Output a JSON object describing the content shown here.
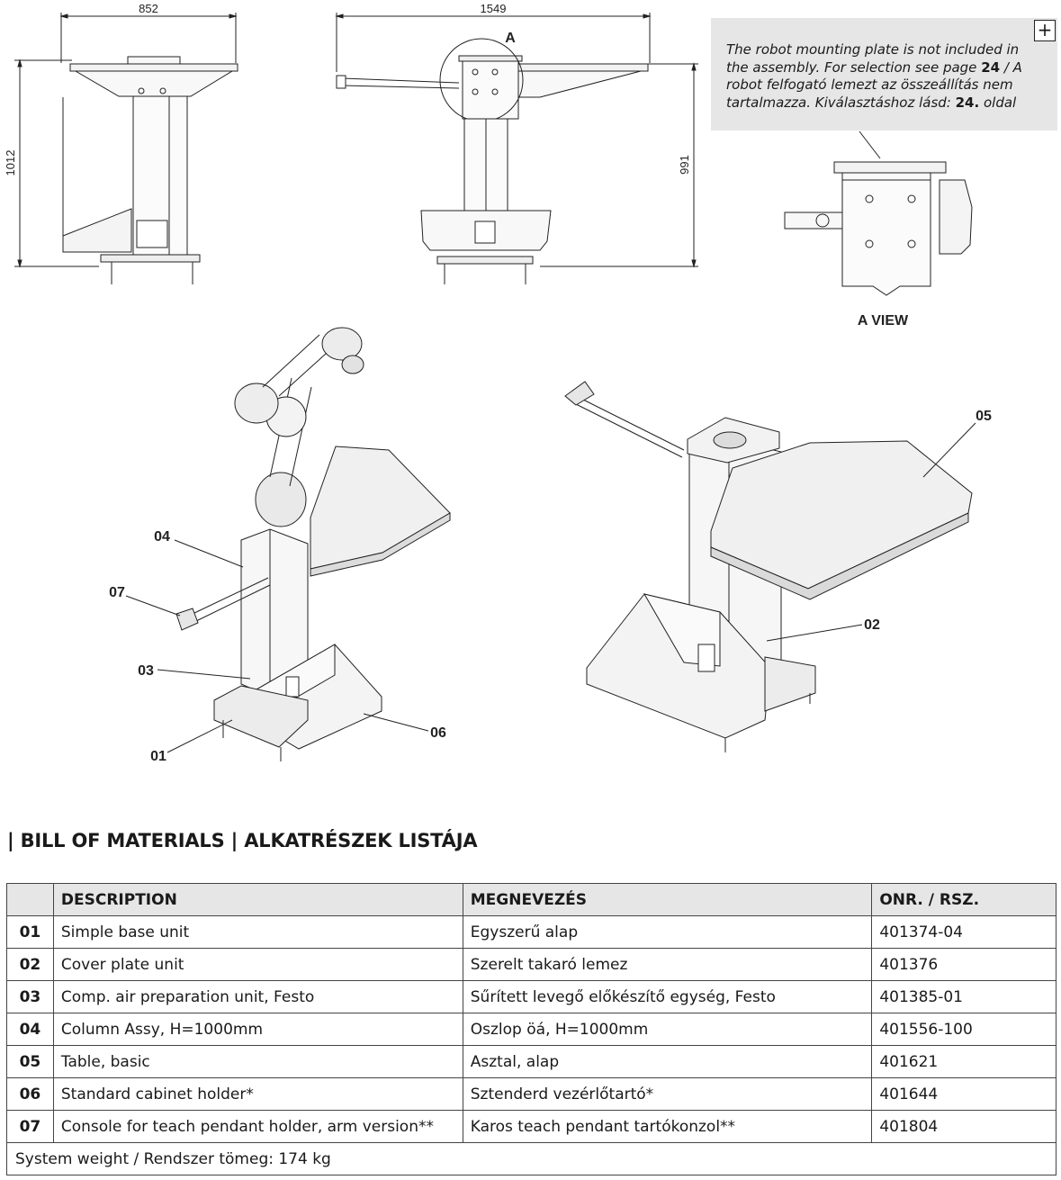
{
  "drawing": {
    "dimensions": {
      "width_side": "852",
      "width_front": "1549",
      "height_total": "1012",
      "height_table": "991"
    },
    "detail_callout": "A",
    "detail_view_label": "A VIEW",
    "part_labels": [
      "04",
      "07",
      "03",
      "01",
      "06",
      "05",
      "02"
    ]
  },
  "note": {
    "text_1": "The robot mounting plate is not included in the assembly. For selection see page ",
    "page_1": "24",
    "text_2": " / A robot felfogató lemezt az összeállítás nem tartalmazza. Kiválasztáshoz lásd: ",
    "page_2": "24.",
    "text_3": " oldal",
    "expand_icon": "+"
  },
  "bom": {
    "heading": "| BILL OF MATERIALS | ALKATRÉSZEK LISTÁJA",
    "columns": [
      "",
      "DESCRIPTION",
      "MEGNEVEZÉS",
      "ONR. / RSZ."
    ],
    "rows": [
      {
        "no": "01",
        "description": "Simple base unit",
        "megnevezes": "Egyszerű alap",
        "onr": "401374-04"
      },
      {
        "no": "02",
        "description": "Cover plate unit",
        "megnevezes": "Szerelt takaró lemez",
        "onr": "401376"
      },
      {
        "no": "03",
        "description": "Comp. air preparation unit, Festo",
        "megnevezes": "Sűrített levegő előkészítő egység, Festo",
        "onr": "401385-01"
      },
      {
        "no": "04",
        "description": "Column Assy, H=1000mm",
        "megnevezes": "Oszlop öá, H=1000mm",
        "onr": "401556-100"
      },
      {
        "no": "05",
        "description": "Table, basic",
        "megnevezes": "Asztal, alap",
        "onr": "401621"
      },
      {
        "no": "06",
        "description": "Standard cabinet holder*",
        "megnevezes": "Sztenderd vezérlőtartó*",
        "onr": "401644"
      },
      {
        "no": "07",
        "description": "Console for teach pendant holder, arm version**",
        "megnevezes": "Karos teach pendant tartókonzol**",
        "onr": "401804"
      }
    ],
    "footer": "System weight / Rendszer tömeg: 174 kg"
  }
}
